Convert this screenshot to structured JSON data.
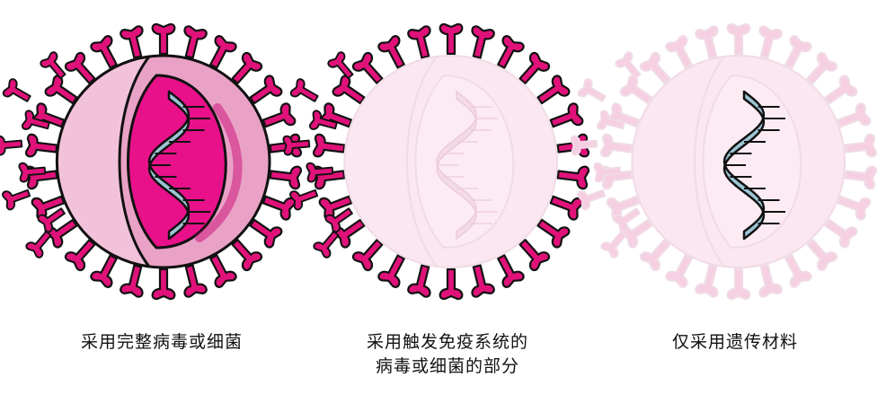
{
  "colors": {
    "spike_full": "#e0127a",
    "spike_faded": "#f6cfe2",
    "outline": "#111111",
    "shell_light": "#f2c2da",
    "shell_mid": "#e9a2c6",
    "core": "#e8118a",
    "core_dark": "#cc0a76",
    "rna": "#9cc5d4",
    "ghost_fill": "#fbe7f1",
    "ghost_stroke": "#f0dbe5"
  },
  "panels": [
    {
      "id": "whole-pathogen",
      "caption_lines": [
        "采用完整病毒或细菌"
      ],
      "spikes": "full",
      "body": "full",
      "genetic_material": "full"
    },
    {
      "id": "subunit",
      "caption_lines": [
        "采用触发免疫系统的",
        "病毒或细菌的部分"
      ],
      "spikes": "full",
      "body": "faded",
      "genetic_material": "faded"
    },
    {
      "id": "genetic",
      "caption_lines": [
        "仅采用遗传材料"
      ],
      "spikes": "faded",
      "body": "faded",
      "genetic_material": "full"
    }
  ]
}
